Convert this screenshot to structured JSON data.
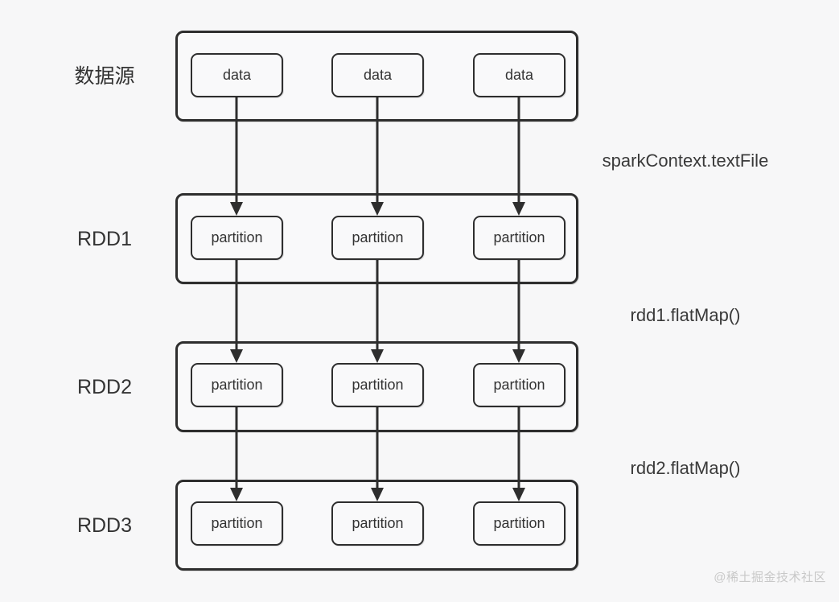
{
  "diagram": {
    "title_note": "Spark RDD lineage diagram",
    "colors": {
      "background": "#f7f7f8",
      "line": "#2e2e2e",
      "text": "#333333",
      "watermark": "#c8c8c8"
    },
    "rows": [
      {
        "label": "数据源",
        "boxes": [
          "data",
          "data",
          "data"
        ]
      },
      {
        "label": "RDD1",
        "boxes": [
          "partition",
          "partition",
          "partition"
        ]
      },
      {
        "label": "RDD2",
        "boxes": [
          "partition",
          "partition",
          "partition"
        ]
      },
      {
        "label": "RDD3",
        "boxes": [
          "partition",
          "partition",
          "partition"
        ]
      }
    ],
    "edge_labels": [
      "sparkContext.textFile",
      "rdd1.flatMap()",
      "rdd2.flatMap()"
    ],
    "watermark": "@稀土掘金技术社区"
  }
}
